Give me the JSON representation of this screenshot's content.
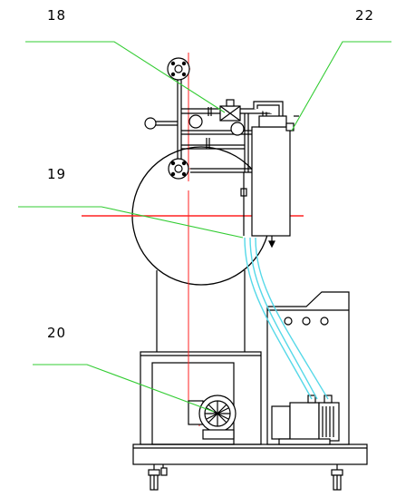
{
  "callouts": [
    {
      "id": "18",
      "label": "18"
    },
    {
      "id": "22",
      "label": "22"
    },
    {
      "id": "19",
      "label": "19"
    },
    {
      "id": "20",
      "label": "20"
    }
  ],
  "colors": {
    "outline": "#000000",
    "leader_line": "#33cc33",
    "center_line": "#ff2222",
    "hose": "#55d8e8",
    "background": "#ffffff"
  },
  "icons": [
    "flange",
    "valve",
    "pressure-gauge",
    "motor",
    "vacuum-pump",
    "control-box"
  ]
}
